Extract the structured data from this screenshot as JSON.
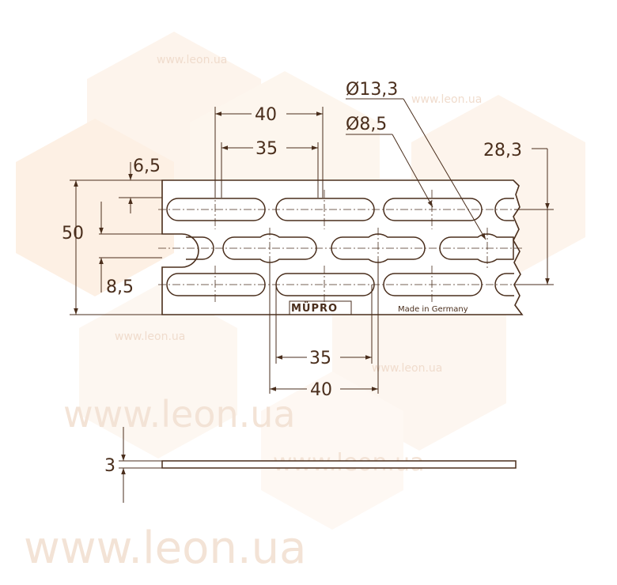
{
  "colors": {
    "line": "#4a2e1c",
    "watermark_hex": "#fdf3ea",
    "watermark_text": "#f3e3d6"
  },
  "watermark": {
    "text": "www.leon.ua"
  },
  "brand": {
    "logo_text": "MÜPRO",
    "made_in": "Made in Germany"
  },
  "dimensions": {
    "top_pitch_outer": "40",
    "top_pitch_inner": "35",
    "diameter_large": "Ø13,3",
    "diameter_small": "Ø8,5",
    "right_height": "28,3",
    "left_offset": "6,5",
    "overall_height": "50",
    "left_small": "8,5",
    "bottom_pitch_inner": "35",
    "bottom_pitch_outer": "40",
    "thickness": "3"
  }
}
